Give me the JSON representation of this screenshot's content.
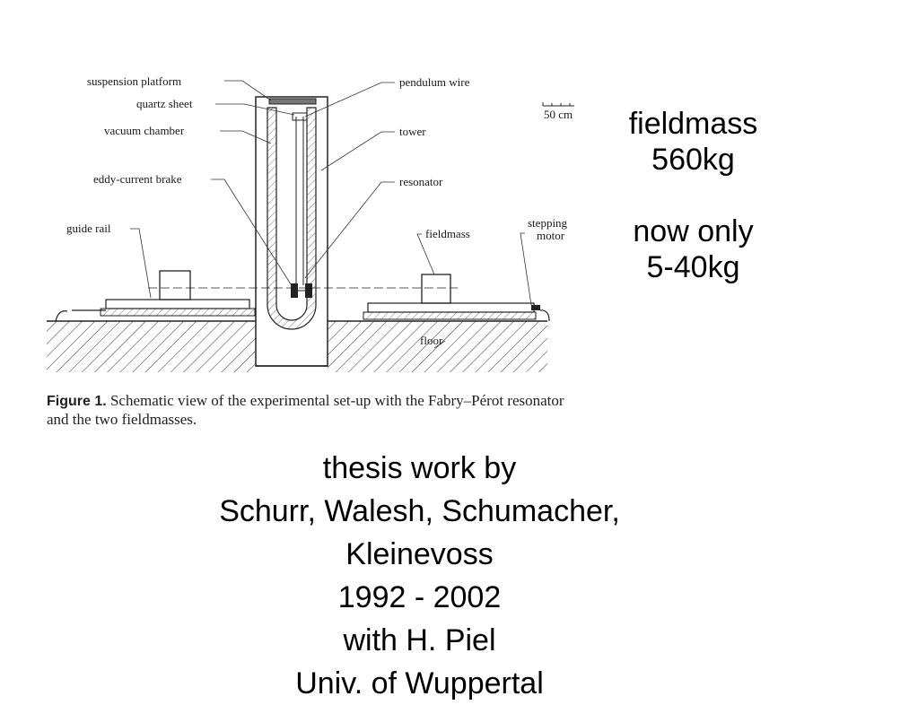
{
  "diagram": {
    "labels": {
      "suspension_platform": "suspension platform",
      "quartz_sheet": "quartz sheet",
      "vacuum_chamber": "vacuum chamber",
      "eddy_current_brake": "eddy-current brake",
      "guide_rail": "guide rail",
      "pendulum_wire": "pendulum wire",
      "tower": "tower",
      "resonator": "resonator",
      "fieldmass": "fieldmass",
      "stepping_motor_line1": "stepping",
      "stepping_motor_line2": "motor",
      "floor": "floor",
      "scale_bar": "50 cm"
    }
  },
  "caption": {
    "figure_label": "Figure 1.",
    "text": "Schematic view of the experimental set-up with the Fabry–Pérot resonator and the two fieldmasses."
  },
  "side_note": {
    "lines": [
      "fieldmass",
      "560kg",
      "",
      "now only",
      "5-40kg"
    ]
  },
  "credits": {
    "lines": [
      "thesis work by",
      "Schurr,  Walesh, Schumacher,",
      "Kleinevoss",
      "1992 - 2002",
      "with H. Piel",
      "Univ. of Wuppertal"
    ]
  }
}
